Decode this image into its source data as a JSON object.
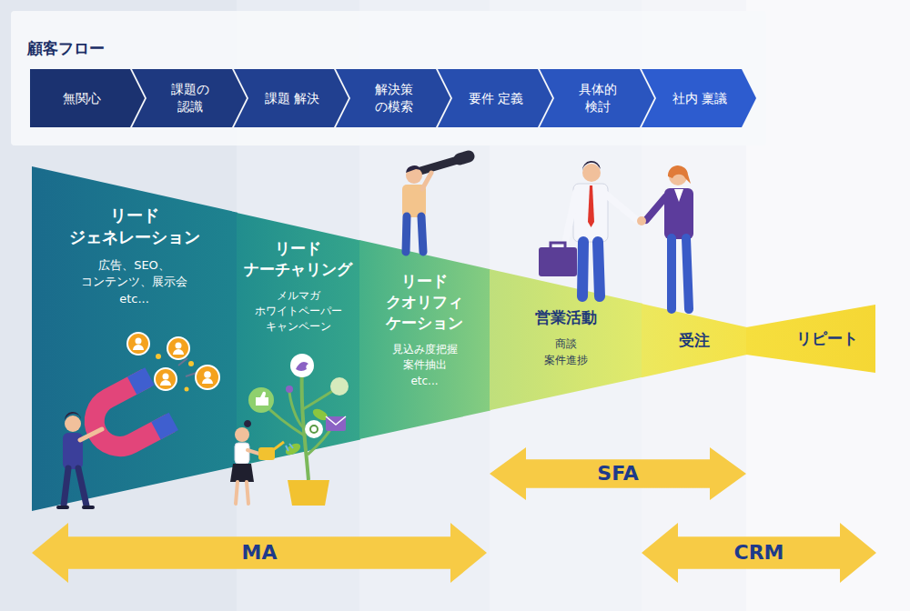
{
  "diagram": {
    "title": "顧客フロー",
    "nodes": [
      {
        "text": [
          "無関心"
        ]
      },
      {
        "text": [
          "課題の 認識"
        ]
      },
      {
        "text": [
          "課題 解決"
        ]
      },
      {
        "text": [
          "解決策 の模索"
        ]
      },
      {
        "text": [
          "要件 定義"
        ]
      },
      {
        "text": [
          "具体的 検討"
        ]
      },
      {
        "text": [
          "社内 稟議"
        ]
      },
      {
        "text": [
          "リード ジェネレーション",
          "広告、SEO、 コンテンツ、展示会 etc..."
        ]
      },
      {
        "text": [
          "リード ナーチャリング",
          "メルマガ ホワイトペーパー キャンペーン"
        ]
      },
      {
        "text": [
          "リード クオリフィ ケーション",
          "見込み度把握 案件抽出 etc..."
        ]
      },
      {
        "text": [
          "営業活動",
          "商談 案件進捗"
        ]
      },
      {
        "text": [
          "受注"
        ]
      },
      {
        "text": [
          "リピート"
        ]
      },
      {
        "text": [
          "SFA"
        ]
      },
      {
        "text": [
          "MA"
        ]
      },
      {
        "text": [
          "CRM"
        ]
      }
    ]
  }
}
